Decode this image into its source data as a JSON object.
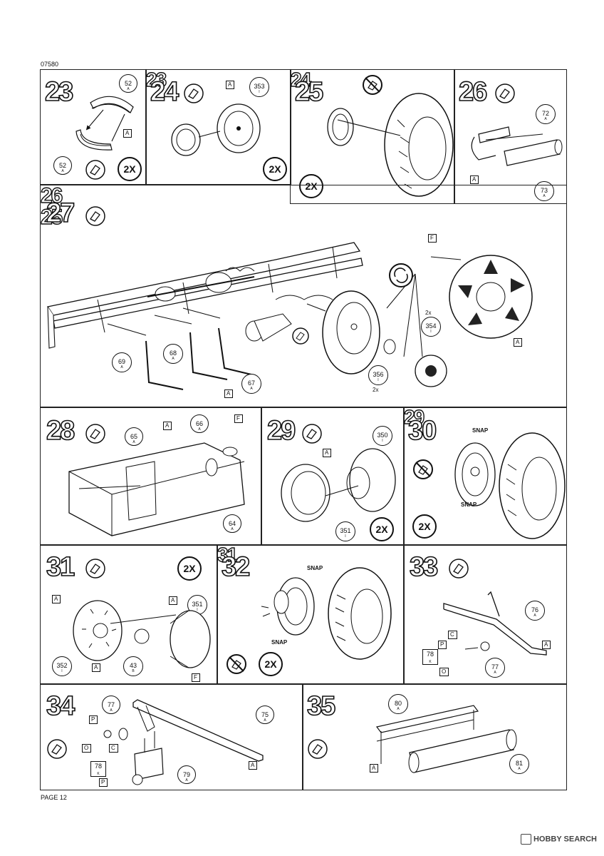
{
  "header": {
    "code": "07580",
    "page_label": "PAGE 12"
  },
  "watermark": {
    "brand": "HOBBY SEARCH"
  },
  "steps": {
    "s23": {
      "num": "23",
      "parts": [
        "52",
        "52"
      ],
      "parts_sub": "A",
      "flag": "A",
      "multiplier": "2X"
    },
    "s24": {
      "num": "24",
      "part": "353",
      "part_sub": "I",
      "flag": "A",
      "ref": "23",
      "multiplier": "2X"
    },
    "s25": {
      "num": "25",
      "ref": "24",
      "multiplier": "2X"
    },
    "s26": {
      "num": "26",
      "parts": [
        "72",
        "73"
      ],
      "parts_sub": "A",
      "flag": "A"
    },
    "s27": {
      "num": "27",
      "parts": [
        "69",
        "68",
        "67"
      ],
      "parts_sub": "A",
      "flag_a": "A",
      "flag_f": "F",
      "p354": "354",
      "p354_sub": "I",
      "p354_qty": "2x",
      "p356": "356",
      "p356_sub": "I",
      "p356_qty": "2x",
      "ref26": "26",
      "ref25": "25"
    },
    "s28": {
      "num": "28",
      "p65": "65",
      "p66": "66",
      "p64": "64",
      "sub": "A",
      "flag_a": "A",
      "flag_f": "F"
    },
    "s29": {
      "num": "29",
      "p350": "350",
      "p351": "351",
      "sub": "I",
      "flag": "A",
      "multiplier": "2X"
    },
    "s30": {
      "num": "30",
      "snap": "SNAP",
      "ref": "29",
      "multiplier": "2X"
    },
    "s31": {
      "num": "31",
      "multiplier": "2X",
      "p351": "351",
      "p352": "352",
      "p43": "43",
      "p43_sub": "B",
      "sub_i": "I",
      "flag_a": "A",
      "flag_f": "F"
    },
    "s32": {
      "num": "32",
      "snap": "SNAP",
      "ref": "31",
      "multiplier": "2X"
    },
    "s33": {
      "num": "33",
      "p76": "76",
      "p77": "77",
      "p78": "78",
      "sub_a": "A",
      "sub_k": "K",
      "flag_a": "A",
      "flag_c": "C",
      "flag_p": "P",
      "flag_o": "O"
    },
    "s34": {
      "num": "34",
      "p77": "77",
      "p75": "75",
      "p78": "78",
      "p79": "79",
      "sub_a": "A",
      "sub_k": "K",
      "flag_a": "A",
      "flag_c": "C",
      "flag_p": "P",
      "flag_o": "O"
    },
    "s35": {
      "num": "35",
      "p80": "80",
      "p81": "81",
      "sub": "A",
      "flag": "A"
    }
  }
}
